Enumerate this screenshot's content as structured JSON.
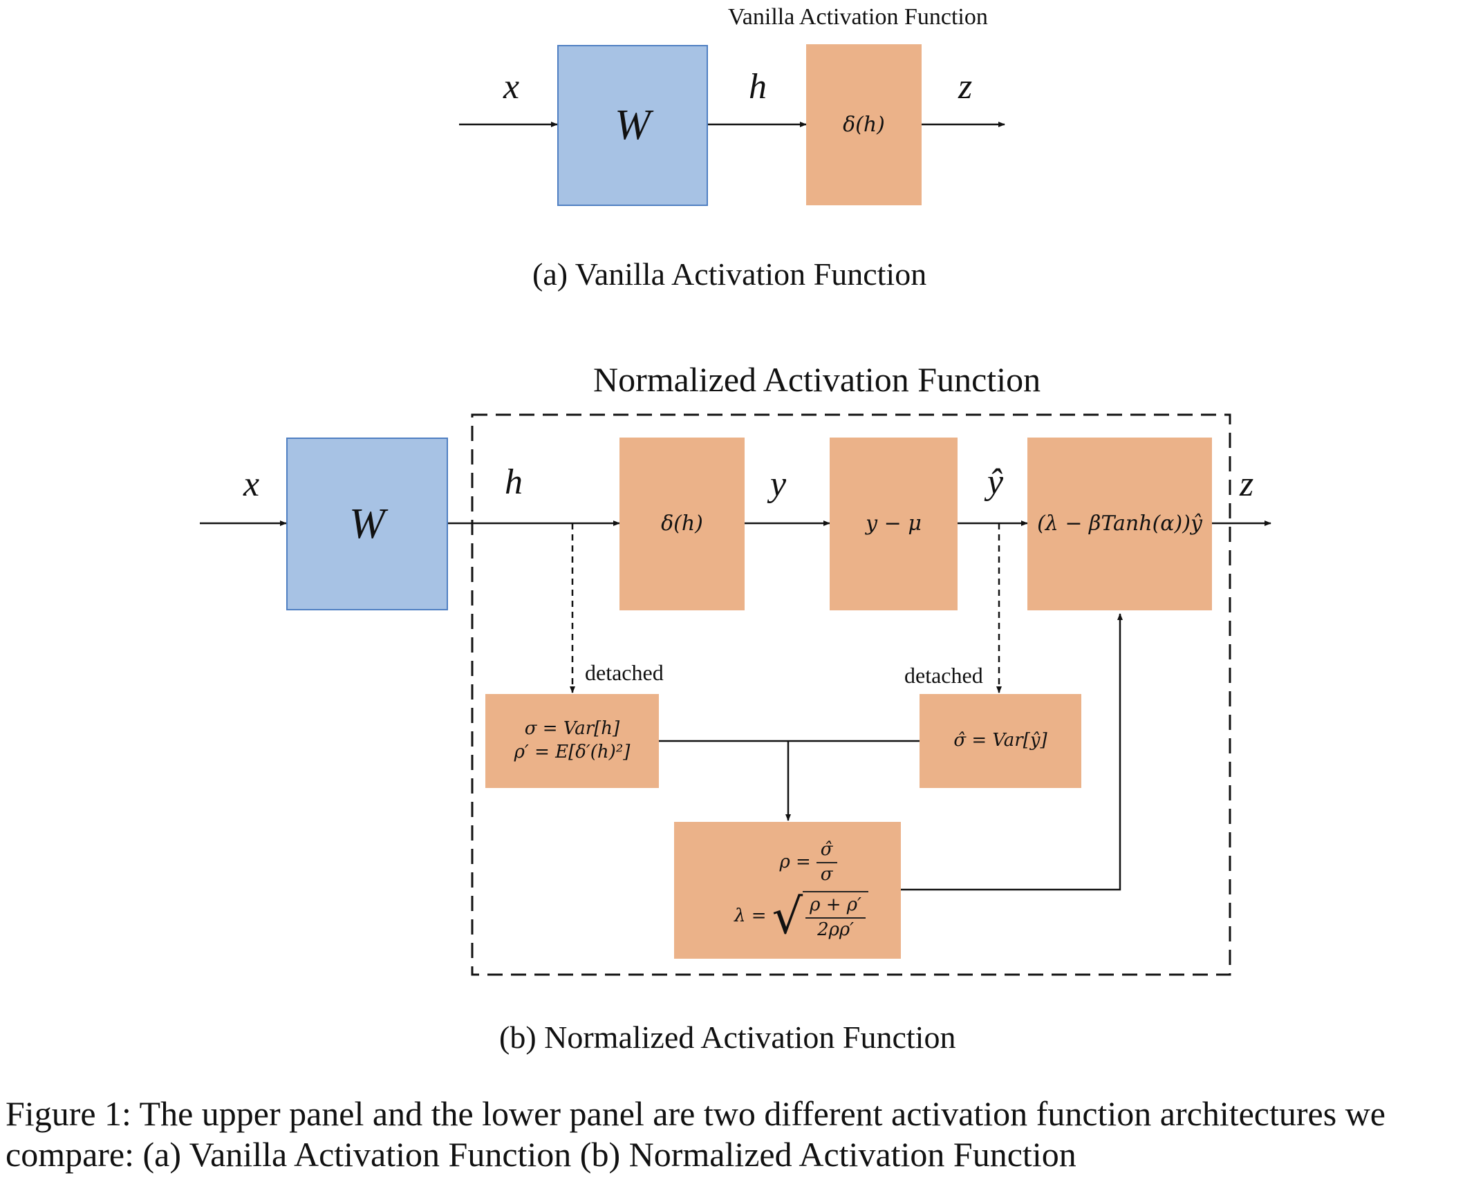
{
  "panel_a": {
    "title": "Vanilla Activation Function",
    "label_x": "x",
    "label_h": "h",
    "label_z": "z",
    "weight_block": "W",
    "activation_block": "δ(h)",
    "caption": "(a) Vanilla Activation Function"
  },
  "panel_b": {
    "title": "Normalized Activation Function",
    "label_x": "x",
    "label_h": "h",
    "label_y": "y",
    "label_yhat": "ŷ",
    "label_z": "z",
    "weight_block": "W",
    "activation_block": "δ(h)",
    "center_block": "y − μ",
    "scale_block": "(λ − βTanh(α))ŷ",
    "detached_left": "detached",
    "detached_right": "detached",
    "stats_left_line1": "σ = Var[h]",
    "stats_left_line2": "ρ′ = E[δ′(h)²]",
    "stats_right": "σ̂ = Var[ŷ]",
    "rho_lhs": "ρ =",
    "rho_num": "σ̂",
    "rho_den": "σ",
    "lambda_lhs": "λ =",
    "lambda_num": "ρ + ρ′",
    "lambda_den": "2ρρ′",
    "caption": "(b) Normalized Activation Function"
  },
  "figure_caption": {
    "line1": "Figure 1: The upper panel and the lower panel are two different activation function architectures we",
    "line2": "compare: (a) Vanilla Activation Function (b) Normalized Activation Function"
  }
}
